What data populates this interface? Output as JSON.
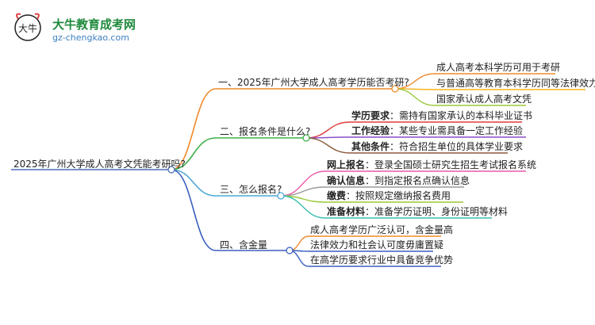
{
  "logo": {
    "name": "大牛教育成考网",
    "url": "gz-chengkao.com",
    "mark": "大牛"
  },
  "colors": {
    "branch1": "#f08a2c",
    "branch2": "#3fb04a",
    "branch3": "#4da8d8",
    "branch4": "#3b5fc0",
    "root": "#4a6fb8"
  },
  "root": "2025年广州大学成人高考文凭能考研吗?",
  "branches": [
    {
      "label": "一、2025年广州大学成人高考学历能否考研?",
      "leaves": [
        {
          "term": "",
          "text": "成人高考本科学历可用于考研",
          "color": "#f08a2c"
        },
        {
          "term": "",
          "text": "与普通高等教育本科学历同等法律效力",
          "color": "#f5b31c"
        },
        {
          "term": "",
          "text": "国家承认成人高考文凭",
          "color": "#9cc93b"
        }
      ]
    },
    {
      "label": "二、报名条件是什么?",
      "leaves": [
        {
          "term": "学历要求",
          "text": "需持有国家承认的本科毕业证书",
          "color": "#e03c3c"
        },
        {
          "term": "工作经验",
          "text": "某些专业需具备一定工作经验",
          "color": "#8a4fc8"
        },
        {
          "term": "其他条件",
          "text": "符合招生单位的具体学业要求",
          "color": "#8a5a3c"
        }
      ]
    },
    {
      "label": "三、怎么报名?",
      "leaves": [
        {
          "term": "网上报名",
          "text": "登录全国硕士研究生招生考试报名系统",
          "color": "#e85aa8"
        },
        {
          "term": "确认信息",
          "text": "到指定报名点确认信息",
          "color": "#9a9a9a"
        },
        {
          "term": "缴费",
          "text": "按照规定缴纳报名费用",
          "color": "#9cc93b"
        },
        {
          "term": "准备材料",
          "text": "准备学历证明、身份证明等材料",
          "color": "#3bbfb0"
        }
      ]
    },
    {
      "label": "四、含金量",
      "leaves": [
        {
          "term": "",
          "text": "成人高考学历广泛认可，含金量高",
          "color": "#f08a2c"
        },
        {
          "term": "",
          "text": "法律效力和社会认可度毋庸置疑",
          "color": "#3b5fc0"
        },
        {
          "term": "",
          "text": "在高学历要求行业中具备竞争优势",
          "color": "#3b5fc0"
        }
      ]
    }
  ]
}
